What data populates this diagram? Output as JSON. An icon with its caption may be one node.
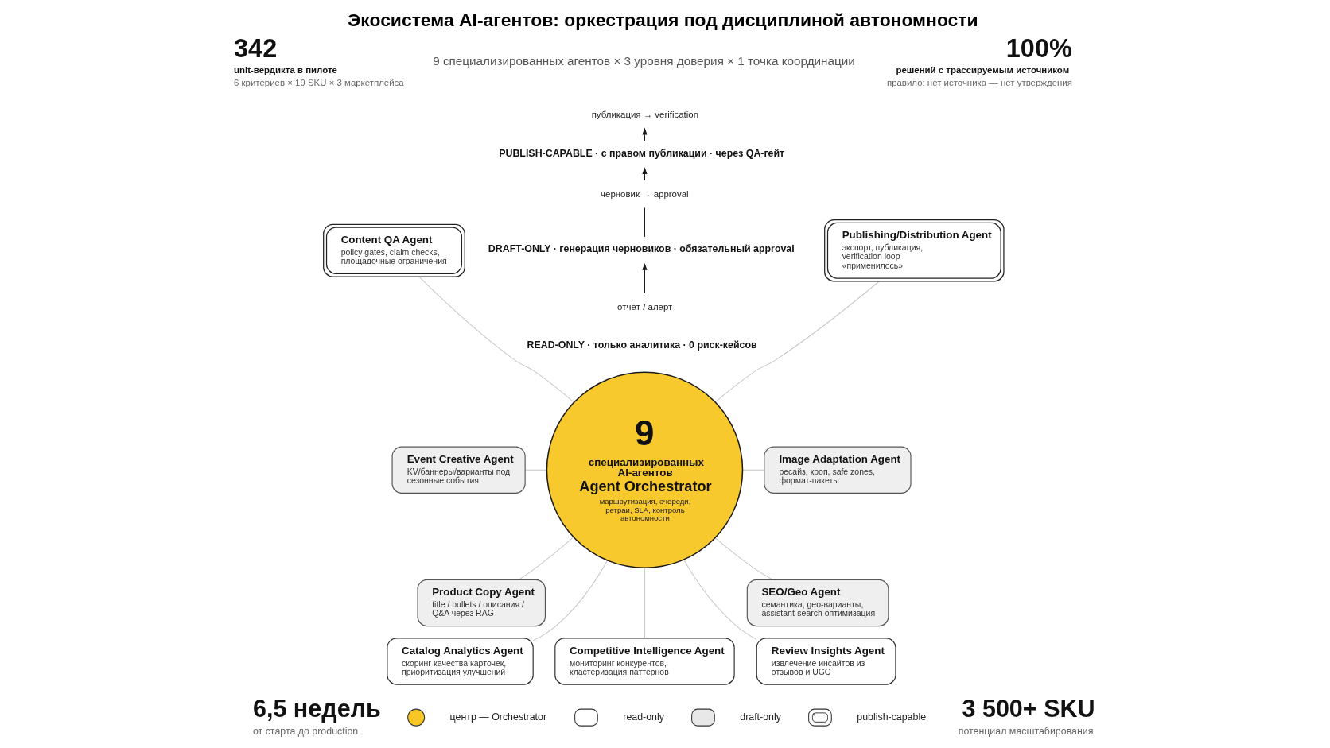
{
  "diagram": {
    "title": "Экосистема AI-агентов: оркестрация под дисциплиной автономности",
    "nodes": [
      {
        "text": [
          "публикация → verification"
        ]
      },
      {
        "text": [
          "PUBLISH-CAPABLE · с правом публикации · через QA-гейт"
        ]
      },
      {
        "text": [
          "черновик → approval"
        ]
      },
      {
        "text": [
          "DRAFT-ONLY · генерация черновиков · обязательный approval"
        ]
      },
      {
        "text": [
          "отчёт / алерт"
        ]
      },
      {
        "text": [
          "READ-ONLY · только аналитика · 0 риск-кейсов"
        ]
      },
      {
        "text": [
          "Content QA Agent",
          "policy gates, claim checks, площадочные ограничения"
        ]
      },
      {
        "text": [
          "Publishing/Distribution Agent",
          "экспорт, публикация, verification loop «применилось»"
        ]
      },
      {
        "text": [
          "9",
          "специализированных AI-агентов",
          "Agent Orchestrator",
          "маршрутизация, очереди, ретраи, SLA, контроль автономности"
        ]
      },
      {
        "text": [
          "Event Creative Agent",
          "KV/баннеры/варианты под сезонные события"
        ]
      },
      {
        "text": [
          "Image Adaptation Agent",
          "ресайз, кроп, safe zones, формат-пакеты"
        ]
      },
      {
        "text": [
          "Product Copy Agent",
          "title / bullets / описания / Q&A через RAG"
        ]
      },
      {
        "text": [
          "SEO/Geo Agent",
          "семантика, geo-варианты, assistant-search оптимизация"
        ]
      },
      {
        "text": [
          "Catalog Analytics Agent",
          "скоринг качества карточек, приоритизация улучшений"
        ]
      },
      {
        "text": [
          "Competitive Intelligence Agent",
          "мониторинг конкурентов, кластеризация паттернов"
        ]
      },
      {
        "text": [
          "Review Insights Agent",
          "извлечение инсайтов из отзывов и UGC"
        ]
      }
    ],
    "edges": [
      {
        "from": 4,
        "to": 3,
        "arrow": "to",
        "color": "#1a1a1a"
      },
      {
        "from": 3,
        "to": 2,
        "arrow": "none",
        "color": "#1a1a1a"
      },
      {
        "from": 2,
        "to": 1,
        "arrow": "to",
        "color": "#1a1a1a"
      },
      {
        "from": 1,
        "to": 0,
        "arrow": "to",
        "color": "#1a1a1a"
      },
      {
        "from": 8,
        "to": 6,
        "arrow": "none"
      },
      {
        "from": 8,
        "to": 7,
        "arrow": "none"
      },
      {
        "from": 8,
        "to": 9,
        "arrow": "none"
      },
      {
        "from": 8,
        "to": 10,
        "arrow": "none"
      },
      {
        "from": 8,
        "to": 11,
        "arrow": "none"
      },
      {
        "from": 8,
        "to": 12,
        "arrow": "none"
      },
      {
        "from": 8,
        "to": 13,
        "arrow": "none"
      },
      {
        "from": 8,
        "to": 14,
        "arrow": "none"
      },
      {
        "from": 8,
        "to": 15,
        "arrow": "none"
      }
    ],
    "labels": [
      "342",
      "unit-вердикта в пилоте",
      "6 критериев × 19 SKU × 3 маркетплейса",
      "9 специализированных агентов × 3 уровня доверия × 1 точка координации",
      "100%",
      "решений с трассируемым источником",
      "правило: нет источника — нет утверждения",
      "6,5 недель",
      "от старта до production",
      "3 500+ SKU",
      "потенциал масштабирования"
    ],
    "legend": [
      {
        "text": "центр — Orchestrator",
        "color": "#f7c825"
      },
      {
        "text": "read-only",
        "color": "#ffffff"
      },
      {
        "text": "draft-only",
        "color": "#e8e8e8"
      },
      {
        "text": "publish-capable",
        "color": "#fdfdfd"
      }
    ]
  }
}
